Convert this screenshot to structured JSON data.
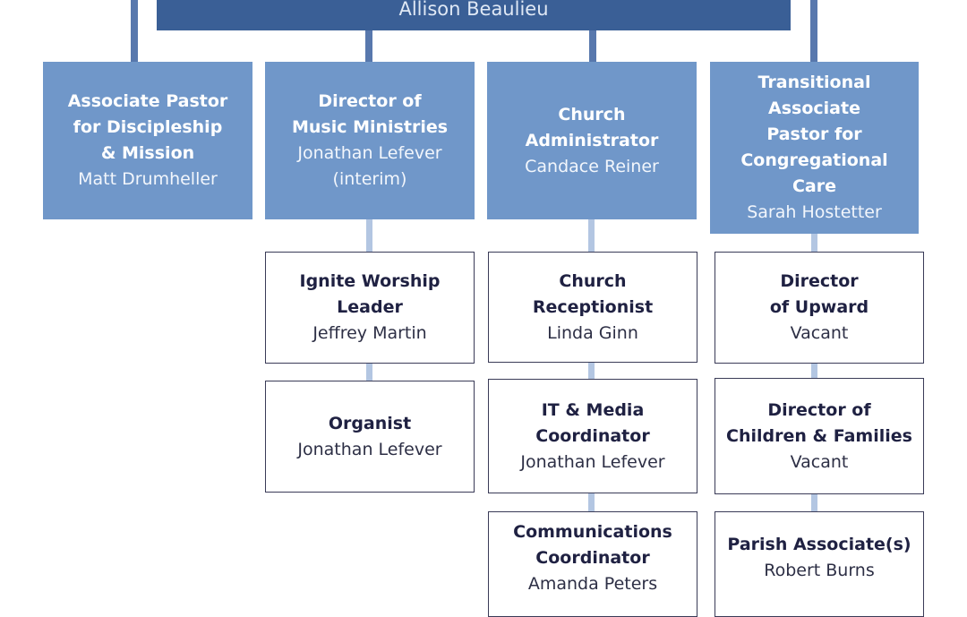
{
  "top": {
    "name": "Allison Beaulieu"
  },
  "columns": [
    {
      "head": {
        "title": "Associate Pastor\nfor Discipleship\n& Mission",
        "name": "Matt Drumheller"
      },
      "staff": []
    },
    {
      "head": {
        "title": "Director of\nMusic Ministries",
        "name": "Jonathan Lefever\n(interim)"
      },
      "staff": [
        {
          "title": "Ignite Worship\nLeader",
          "name": "Jeffrey Martin"
        },
        {
          "title": "Organist",
          "name": "Jonathan Lefever"
        }
      ]
    },
    {
      "head": {
        "title": "Church\nAdministrator",
        "name": "Candace Reiner"
      },
      "staff": [
        {
          "title": "Church\nReceptionist",
          "name": "Linda Ginn"
        },
        {
          "title": "IT & Media\nCoordinator",
          "name": "Jonathan Lefever"
        },
        {
          "title": "Communications\nCoordinator",
          "name": "Amanda Peters"
        }
      ]
    },
    {
      "head": {
        "title": "Transitional\nAssociate\nPastor for\nCongregational\nCare",
        "name": "Sarah Hostetter"
      },
      "staff": [
        {
          "title": "Director\nof Upward",
          "name": "Vacant"
        },
        {
          "title": "Director of\nChildren & Families",
          "name": "Vacant"
        },
        {
          "title": "Parish Associate(s)",
          "name": "Robert Burns"
        }
      ]
    }
  ]
}
